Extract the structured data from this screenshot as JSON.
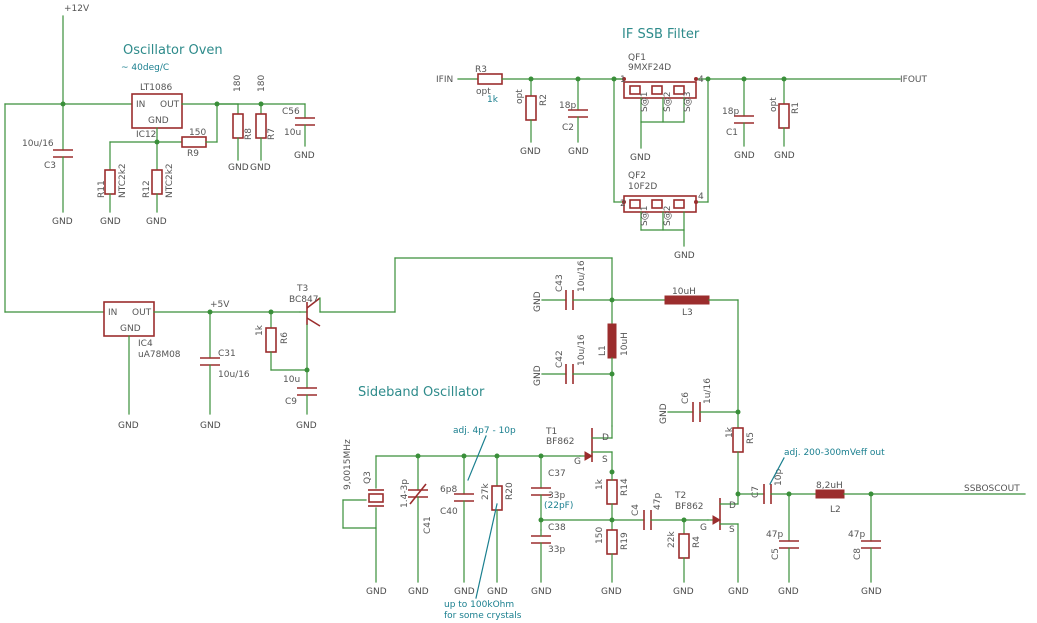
{
  "sections": {
    "oven": "Oscillator Oven",
    "oven_note": "~ 40deg/C",
    "filter": "IF SSB Filter",
    "osc": "Sideband Oscillator"
  },
  "nets": {
    "v12": "+12V",
    "v5": "+5V",
    "ifin": "IFIN",
    "ifout": "IFOUT",
    "ssboscout": "SSBOSCOUT",
    "gnd": "GND"
  },
  "notes": {
    "adj_trim": "adj. 4p7 - 10p",
    "adj_out": "adj. 200-300mVeff out",
    "r20_note_1": "up to 100kOhm",
    "r20_note_2": "for some crystals",
    "c37_alt": "(22pF)"
  },
  "parts": {
    "ic12": {
      "name": "IC12",
      "value": "LT1086",
      "in": "IN",
      "out": "OUT",
      "gnd": "GND"
    },
    "ic4": {
      "name": "IC4",
      "value": "uA78M08",
      "in": "IN",
      "out": "OUT",
      "gnd": "GND"
    },
    "c3": {
      "name": "C3",
      "value": "10u/16"
    },
    "c56": {
      "name": "C56",
      "value": "10u"
    },
    "r8": {
      "name": "R8",
      "value": "180"
    },
    "r7": {
      "name": "R7",
      "value": "180"
    },
    "r9": {
      "name": "R9",
      "value": "150"
    },
    "r11": {
      "name": "R11",
      "value": "NTC2k2"
    },
    "r12": {
      "name": "R12",
      "value": "NTC2k2"
    },
    "t3": {
      "name": "T3",
      "value": "BC847"
    },
    "r6": {
      "name": "R6",
      "value": "1k"
    },
    "c9": {
      "name": "C9",
      "value": "10u"
    },
    "c31": {
      "name": "C31",
      "value": "10u/16"
    },
    "r3": {
      "name": "R3",
      "value": "1k",
      "opt": "opt"
    },
    "r2": {
      "name": "R2",
      "opt": "opt"
    },
    "c2": {
      "name": "C2",
      "value": "18p"
    },
    "qf1": {
      "name": "QF1",
      "value": "9MXF24D"
    },
    "qf2": {
      "name": "QF2",
      "value": "10F2D"
    },
    "c1": {
      "name": "C1",
      "value": "18p"
    },
    "r1": {
      "name": "R1",
      "opt": "opt"
    },
    "c43": {
      "name": "C43",
      "value": "10u/16"
    },
    "l3": {
      "name": "L3",
      "value": "10uH"
    },
    "l1": {
      "name": "L1",
      "value": "10uH"
    },
    "c42": {
      "name": "C42",
      "value": "10u/16"
    },
    "c6": {
      "name": "C6",
      "value": "1u/16"
    },
    "r5": {
      "name": "R5",
      "value": "1k"
    },
    "t1": {
      "name": "T1",
      "value": "BF862"
    },
    "q3": {
      "name": "Q3",
      "value": "9,0015MHz"
    },
    "c41": {
      "name": "C41",
      "value": "1.4-3p"
    },
    "c40": {
      "name": "C40",
      "value": "6p8"
    },
    "r20": {
      "name": "R20",
      "value": "27k"
    },
    "c37": {
      "name": "C37",
      "value": "33p"
    },
    "c38": {
      "name": "C38",
      "value": "33p"
    },
    "r14": {
      "name": "R14",
      "value": "1k"
    },
    "r19": {
      "name": "R19",
      "value": "150"
    },
    "c4": {
      "name": "C4",
      "value": "47p"
    },
    "t2": {
      "name": "T2",
      "value": "BF862"
    },
    "r4": {
      "name": "R4",
      "value": "22k"
    },
    "c7": {
      "name": "C7",
      "value": "10p"
    },
    "l2": {
      "name": "L2",
      "value": "8,2uH"
    },
    "c5": {
      "name": "C5",
      "value": "47p"
    },
    "c8": {
      "name": "C8",
      "value": "47p"
    }
  },
  "pins": {
    "g": "G",
    "d": "D",
    "s": "S",
    "p1": "1",
    "p2": "2",
    "p3": "3",
    "p4": "4",
    "s1": "S@1",
    "s2": "S@2",
    "s3": "S@3"
  }
}
